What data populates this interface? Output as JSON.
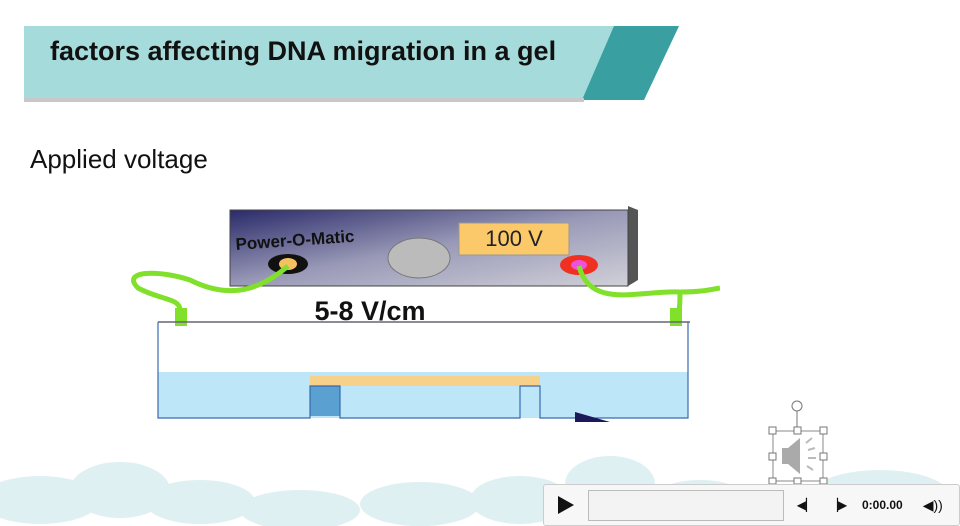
{
  "slide": {
    "title": "factors affecting DNA migration in a gel",
    "subtitle": "Applied voltage",
    "power_supply": {
      "brand": "Power-O-Matic",
      "display": "100 V"
    },
    "field_strength": "5-8 V/cm"
  },
  "player": {
    "time": "0:00.00",
    "progress": 0
  },
  "colors": {
    "banner": "#a6dbdb",
    "banner_dark": "#3a9fa0",
    "wire": "#80e02a"
  }
}
